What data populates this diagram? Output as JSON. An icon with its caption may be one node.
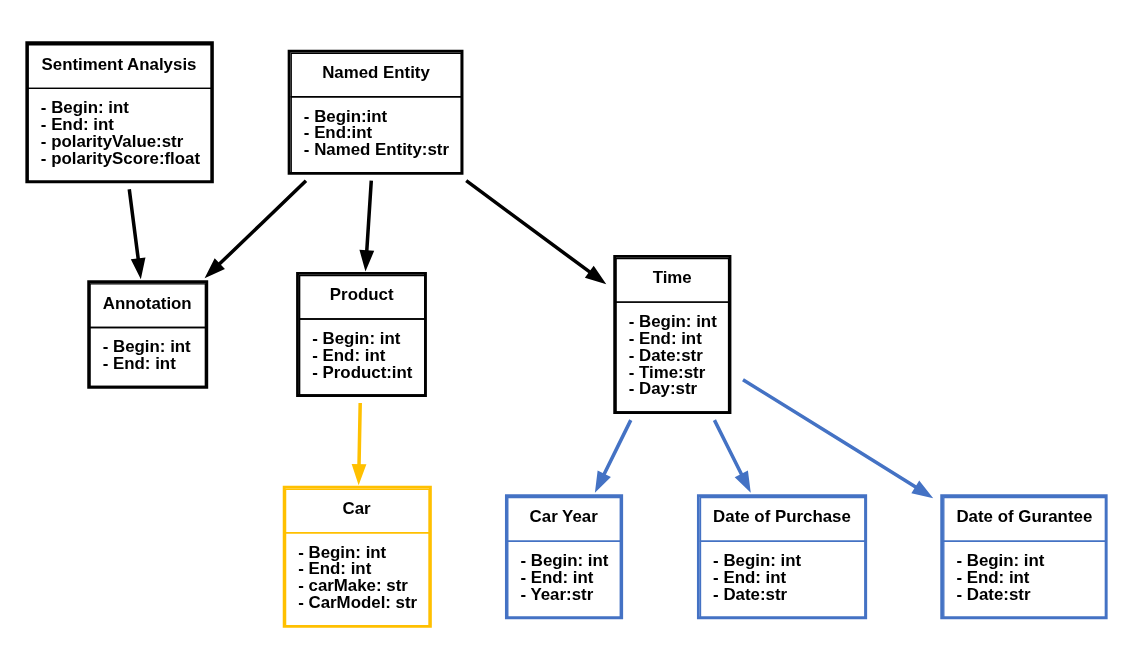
{
  "diagram": {
    "nodes": [
      {
        "text": [
          "Named Entity",
          "- Begin:int",
          "- End:int",
          "- Named Entity:str"
        ]
      },
      {
        "text": [
          "Annotation",
          "- Begin: int",
          "- End: int"
        ]
      },
      {
        "text": [
          "Product",
          "- Begin: int",
          "- End: int",
          "- Product:int"
        ]
      },
      {
        "text": [
          "Sentiment Analysis",
          "- Begin: int",
          "- End: int",
          "- polarityValue:str",
          "- polarityScore:float"
        ]
      },
      {
        "text": [
          "Time",
          "- Begin: int",
          "- End: int",
          "- Date:str",
          "- Time:str",
          "- Day:str"
        ]
      },
      {
        "text": [
          "Car",
          "- Begin: int",
          "- End: int",
          "- carMake: str",
          "- CarModel: str"
        ]
      },
      {
        "text": [
          "Car Year",
          "- Begin: int",
          "- End: int",
          "- Year:str"
        ]
      },
      {
        "text": [
          "Date of Purchase",
          "- Begin: int",
          "- End: int",
          "- Date:str"
        ]
      },
      {
        "text": [
          "Date of Gurantee",
          "- Begin: int",
          "- End: int",
          "- Date:str"
        ]
      }
    ],
    "edges": [
      {
        "from": 0,
        "to": 1,
        "arrow": "to"
      },
      {
        "from": 0,
        "to": 2,
        "arrow": "to"
      },
      {
        "from": 0,
        "to": 4,
        "arrow": "to"
      },
      {
        "from": 3,
        "to": 1,
        "arrow": "to"
      },
      {
        "from": 2,
        "to": 5,
        "arrow": "to",
        "color": "#ffc000"
      },
      {
        "from": 4,
        "to": 6,
        "arrow": "to",
        "color": "#4472c4"
      },
      {
        "from": 4,
        "to": 7,
        "arrow": "to",
        "color": "#4472c4"
      },
      {
        "from": 4,
        "to": 8,
        "arrow": "to",
        "color": "#4472c4"
      }
    ]
  }
}
